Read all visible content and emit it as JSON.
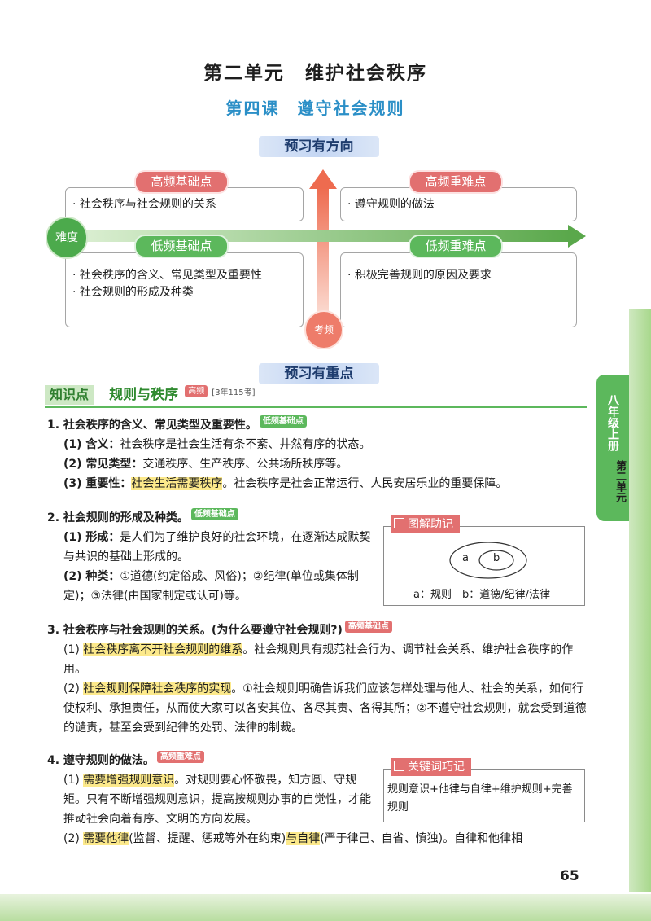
{
  "unit_title": "第二单元　维护社会秩序",
  "lesson_title": "第四课　遵守社会规则",
  "preview_direction": "预习有方向",
  "preview_focus": "预习有重点",
  "diagram": {
    "high_basic": {
      "tag": "高频基础点",
      "items": [
        "· 社会秩序与社会规则的关系"
      ]
    },
    "high_key": {
      "tag": "高频重难点",
      "items": [
        "· 遵守规则的做法"
      ]
    },
    "low_basic": {
      "tag": "低频基础点",
      "items": [
        "· 社会秩序的含义、常见类型及重要性",
        "· 社会规则的形成及种类"
      ]
    },
    "low_key": {
      "tag": "低频重难点",
      "items": [
        "· 积极完善规则的原因及要求"
      ]
    },
    "difficulty_label": "难度",
    "frequency_label": "考频"
  },
  "knowledge": {
    "label": "知识点",
    "title": "规则与秩序",
    "freq_tag": "高频",
    "count_tag": "[3年115考]"
  },
  "sidebar": {
    "grade": "八年级上册",
    "unit": "第二单元"
  },
  "section1": {
    "heading": "1. 社会秩序的含义、常见类型及重要性。",
    "tag": "低频基础点",
    "lines": [
      {
        "label": "(1) 含义：",
        "text": "社会秩序是社会生活有条不紊、井然有序的状态。"
      },
      {
        "label": "(2) 常见类型：",
        "text": "交通秩序、生产秩序、公共场所秩序等。"
      },
      {
        "label": "(3) 重要性：",
        "hl": "社会生活需要秩序",
        "text": "。社会秩序是社会正常运行、人民安居乐业的重要保障。"
      }
    ]
  },
  "section2": {
    "heading": "2. 社会规则的形成及种类。",
    "tag": "低频基础点",
    "line1_label": "(1) 形成：",
    "line1_text": "是人们为了维护良好的社会环境，在逐渐达成默契与共识的基础上形成的。",
    "line2_label": "(2) 种类：",
    "line2_text": "①道德(约定俗成、风俗)；②纪律(单位或集体制定)；③法律(由国家制定或认可)等。"
  },
  "diagram_note": {
    "tag": "图解助记",
    "a": "a",
    "b": "b",
    "caption": "a：规则　b：道德/纪律/法律"
  },
  "section3": {
    "heading": "3. 社会秩序与社会规则的关系。(为什么要遵守社会规则?)",
    "tag": "高频基础点",
    "p1_label": "(1) ",
    "p1_hl": "社会秩序离不开社会规则的维系",
    "p1_text": "。社会规则具有规范社会行为、调节社会关系、维护社会秩序的作用。",
    "p2_label": "(2) ",
    "p2_hl": "社会规则保障社会秩序的实现",
    "p2_text": "。①社会规则明确告诉我们应该怎样处理与他人、社会的关系，如何行使权利、承担责任，从而使大家可以各安其位、各尽其责、各得其所；②不遵守社会规则，就会受到道德的谴责，甚至会受到纪律的处罚、法律的制裁。"
  },
  "section4": {
    "heading": "4. 遵守规则的做法。",
    "tag": "高频重难点",
    "p1_label": "(1) ",
    "p1_hl": "需要增强规则意识",
    "p1_text": "。对规则要心怀敬畏，知方圆、守规矩。只有不断增强规则意识，提高按规则办事的自觉性，才能推动社会向着有序、文明的方向发展。",
    "p2_label": "(2) ",
    "p2_hl1": "需要他律",
    "p2_mid": "(监督、提醒、惩戒等外在约束)",
    "p2_hl2": "与自律",
    "p2_text": "(严于律己、自省、慎独)。自律和他律相"
  },
  "keyword_box": {
    "tag": "关键词巧记",
    "text": "规则意识+他律与自律+维护规则+完善规则"
  },
  "page_number": "65",
  "colors": {
    "accent_blue": "#2b8fc7",
    "green": "#5cb85c",
    "red": "#e27070",
    "highlight": "#fce98b"
  }
}
